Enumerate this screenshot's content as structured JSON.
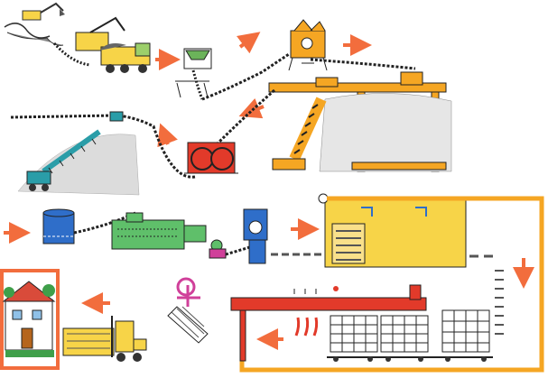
{
  "diagram": {
    "type": "process-flow",
    "colors": {
      "arrow": "#f26d3d",
      "conveyor": "#1a1a1a",
      "orange_structure": "#f5a623",
      "yellow_machine": "#f7d448",
      "red_machine": "#e23a2a",
      "teal_machine": "#2a9da8",
      "blue_machine": "#2f6ec9",
      "green_machine": "#5fbf6a",
      "magenta_crane": "#d0409a",
      "pile": "#d9d9d9"
    },
    "stages": [
      {
        "id": "excavation",
        "icon": "excavator-icon"
      },
      {
        "id": "hauling",
        "icon": "dump-truck-icon"
      },
      {
        "id": "hopper",
        "icon": "hopper-icon"
      },
      {
        "id": "crusher",
        "icon": "crusher-icon"
      },
      {
        "id": "storage-silos",
        "icon": "silo-icon"
      },
      {
        "id": "screw-conveyor",
        "icon": "screw-conveyor-icon"
      },
      {
        "id": "roller-mill",
        "icon": "roller-mill-icon"
      },
      {
        "id": "stacker",
        "icon": "stacker-icon"
      },
      {
        "id": "box-feeder",
        "icon": "box-feeder-icon"
      },
      {
        "id": "extruder",
        "icon": "extruder-icon"
      },
      {
        "id": "cutter",
        "icon": "cutter-icon"
      },
      {
        "id": "dryer",
        "icon": "dryer-icon"
      },
      {
        "id": "kiln",
        "icon": "tunnel-kiln-icon"
      },
      {
        "id": "unloading-crane",
        "icon": "crane-icon"
      },
      {
        "id": "forklift",
        "icon": "forklift-icon"
      },
      {
        "id": "finished-house",
        "icon": "house-icon"
      }
    ]
  }
}
